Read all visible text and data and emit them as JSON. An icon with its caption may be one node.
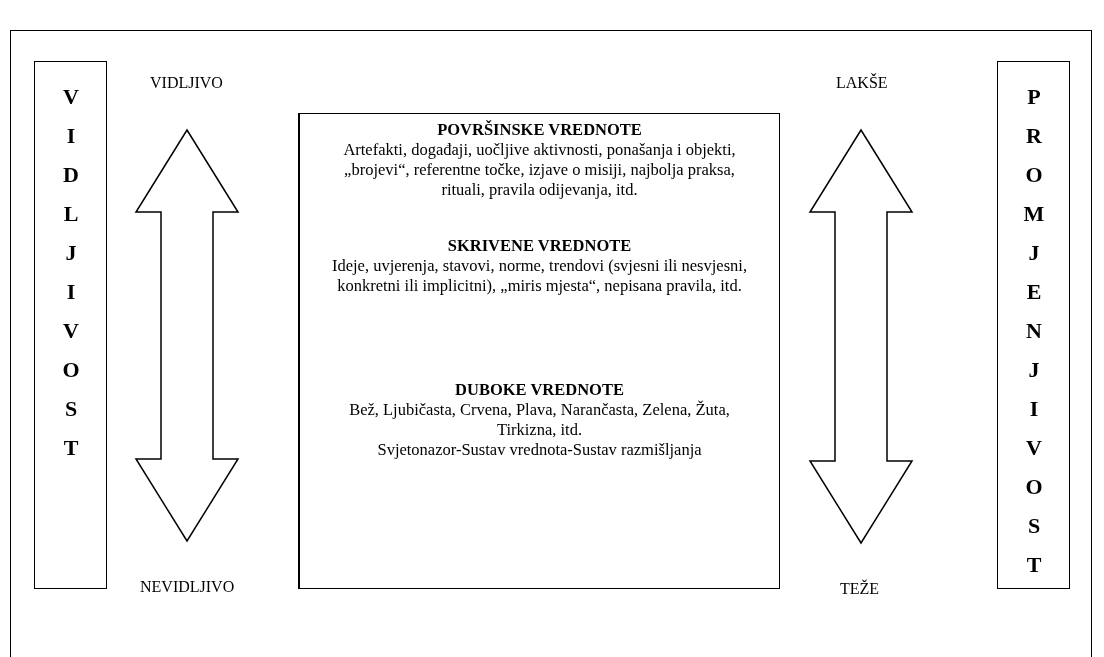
{
  "diagram": {
    "nodes": [
      {
        "text": [
          "VIDLJIVOST"
        ]
      },
      {
        "text": [
          "VIDLJIVO"
        ]
      },
      {
        "text": [
          "POVRŠINSKE VREDNOTE",
          "Artefakti, događaji, uočljive aktivnosti, ponašanja i objekti, „brojevi“, referentne točke, izjave o misiji, najbolja praksa, rituali, pravila odijevanja, itd.",
          "SKRIVENE VREDNOTE",
          "Ideje, uvjerenja, stavovi, norme, trendovi (svjesni ili nesvjesni, konkretni ili implicitni), „miris mjesta“, nepisana pravila, itd.",
          "DUBOKE VREDNOTE",
          "Bež, Ljubičasta, Crvena, Plava, Narančasta, Zelena, Žuta, Tirkizna, itd.",
          "Svjetonazor-Sustav vrednota-Sustav razmišljanja"
        ]
      },
      {
        "text": [
          "LAKŠE"
        ]
      },
      {
        "text": [
          "PROMJENJIVOST"
        ]
      },
      {
        "text": [
          "NEVIDLJIVO"
        ]
      },
      {
        "text": [
          "TEŽE"
        ]
      }
    ],
    "edges": [
      {
        "from": 1,
        "to": 5,
        "arrow": "both"
      },
      {
        "from": 3,
        "to": 6,
        "arrow": "both"
      }
    ]
  }
}
